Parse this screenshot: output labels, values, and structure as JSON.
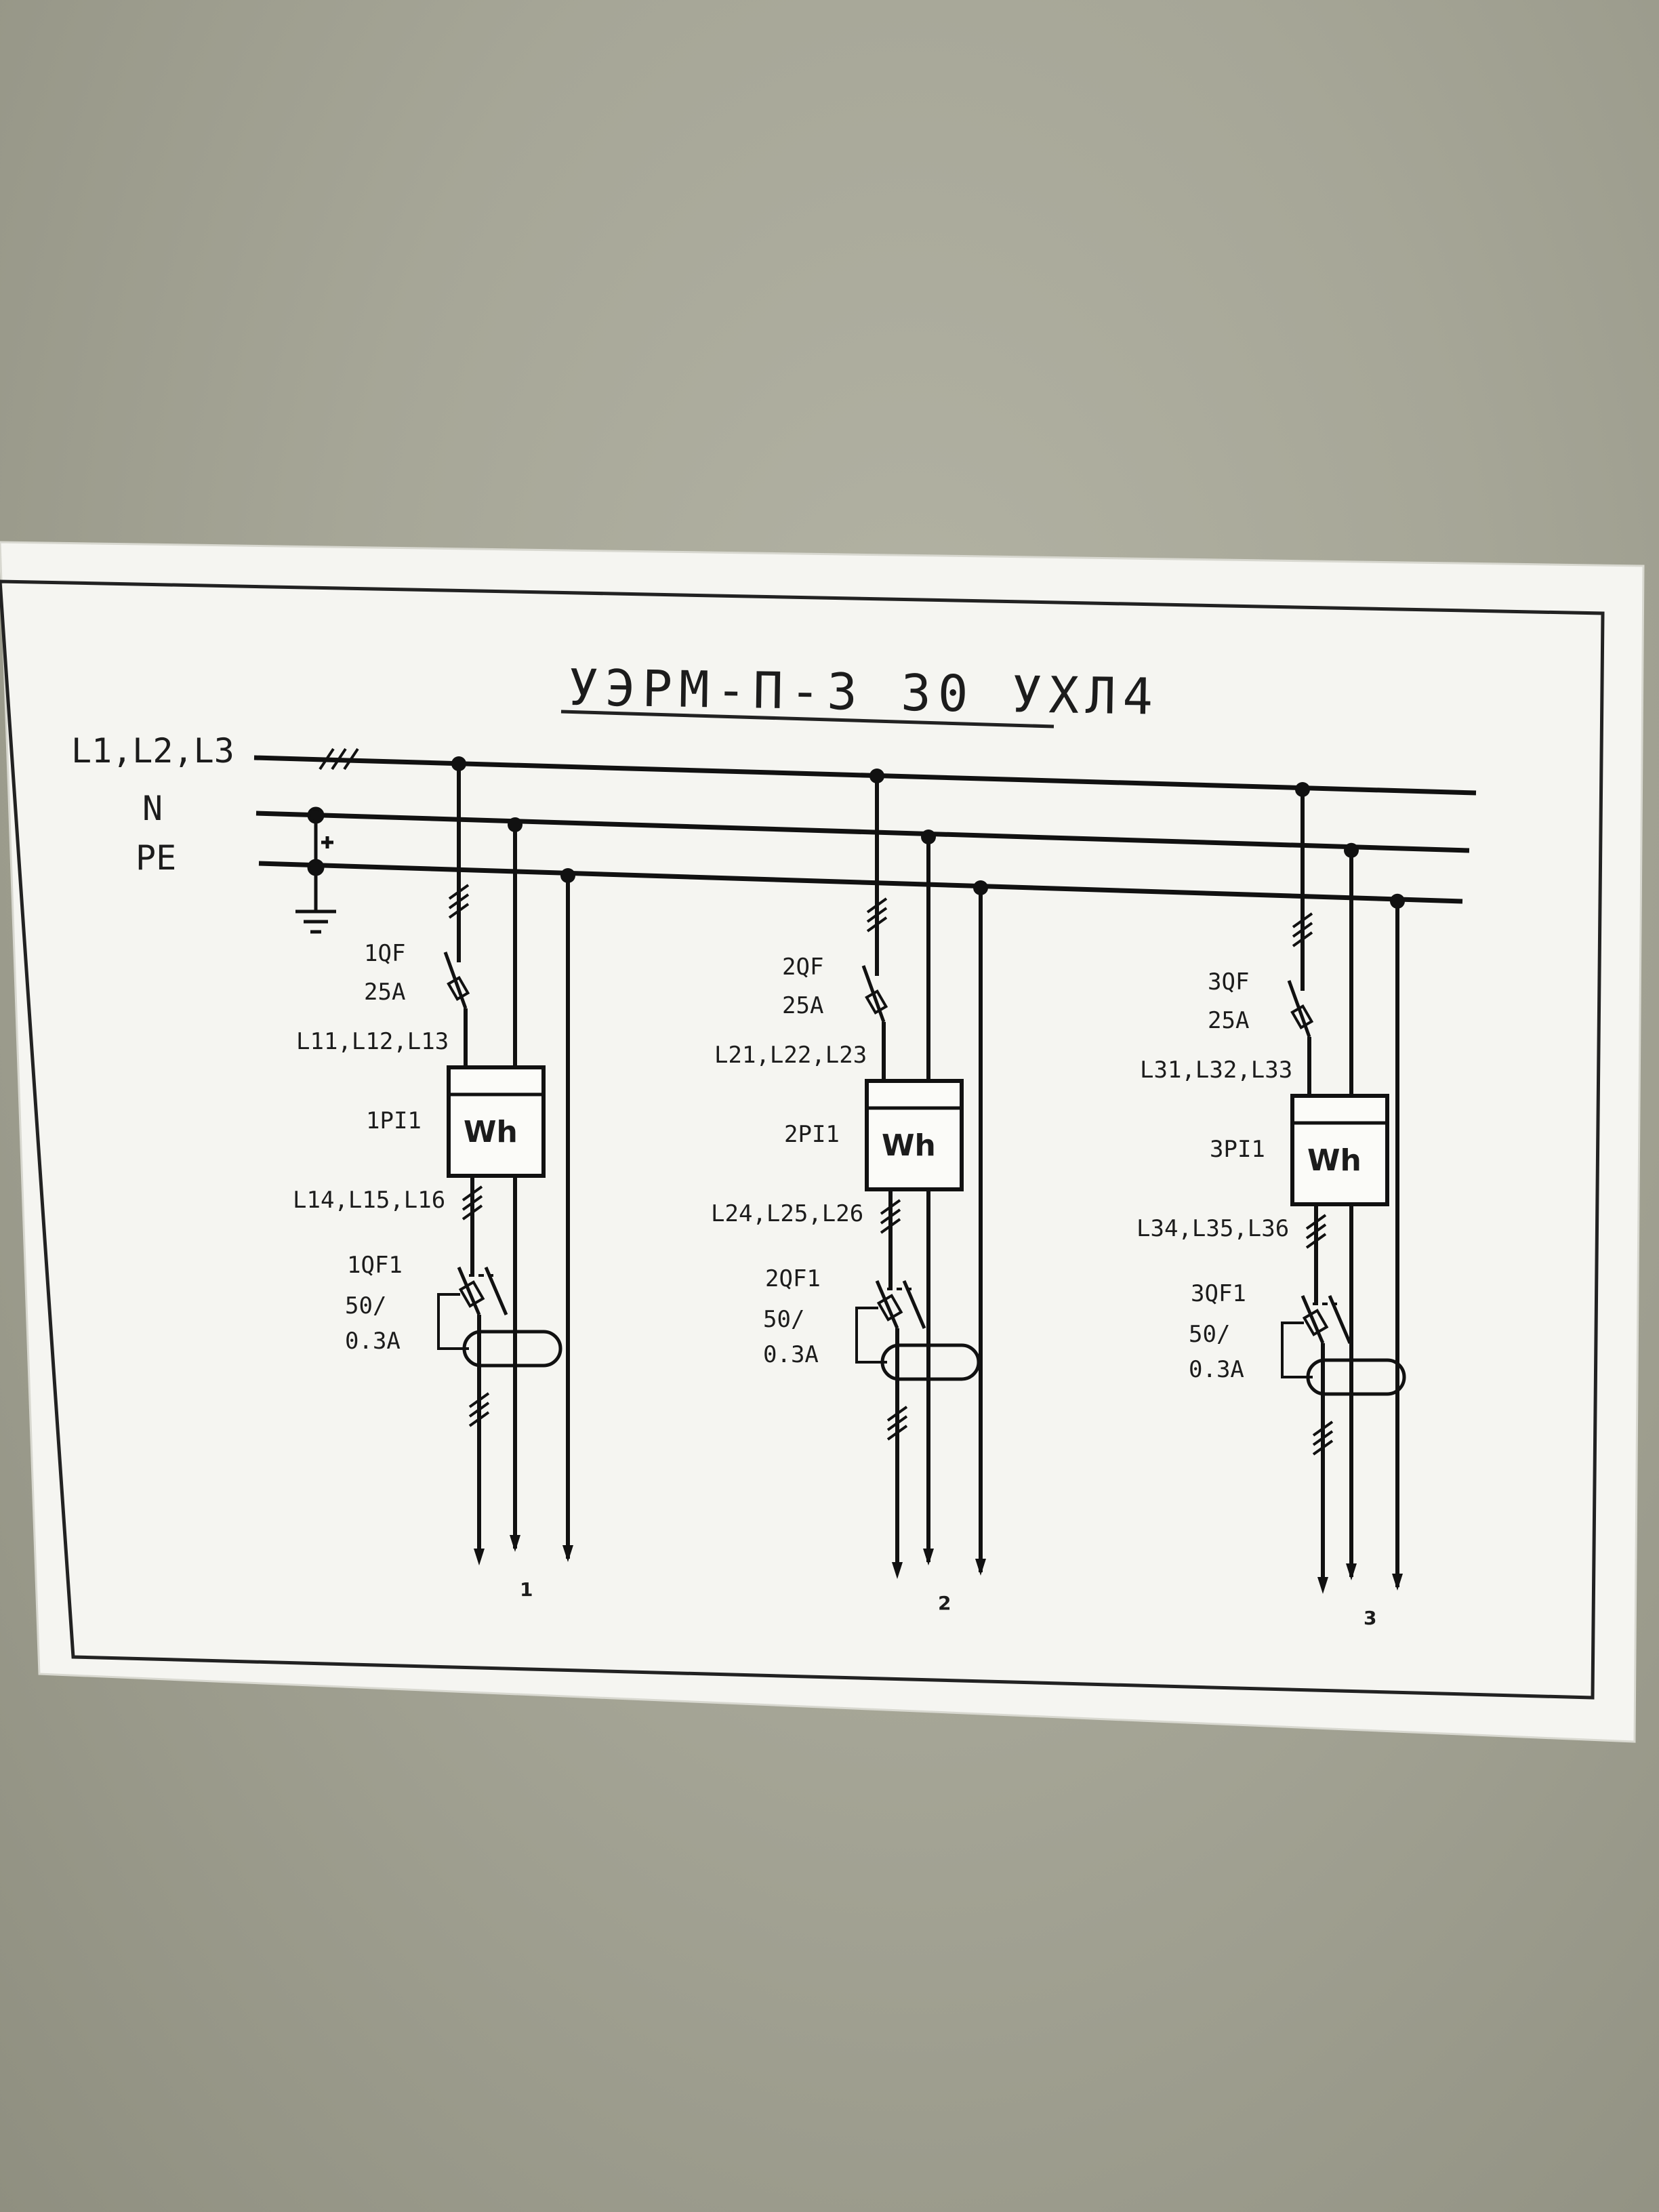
{
  "title": "УЭРМ-П-3 30 УХЛ4",
  "buses": {
    "phase": "L1,L2,L3",
    "neutral": "N",
    "pe": "PE"
  },
  "feeders": [
    {
      "breaker": "1QF",
      "breaker_rating": "25A",
      "lines_in": "L11,L12,L13",
      "meter": "1PI1",
      "meter_symbol": "Wh",
      "lines_out": "L14,L15,L16",
      "rcd": "1QF1",
      "rcd_rating_1": "50/",
      "rcd_rating_2": "0.3A",
      "number": "1"
    },
    {
      "breaker": "2QF",
      "breaker_rating": "25A",
      "lines_in": "L21,L22,L23",
      "meter": "2PI1",
      "meter_symbol": "Wh",
      "lines_out": "L24,L25,L26",
      "rcd": "2QF1",
      "rcd_rating_1": "50/",
      "rcd_rating_2": "0.3A",
      "number": "2"
    },
    {
      "breaker": "3QF",
      "breaker_rating": "25A",
      "lines_in": "L31,L32,L33",
      "meter": "3PI1",
      "meter_symbol": "Wh",
      "lines_out": "L34,L35,L36",
      "rcd": "3QF1",
      "rcd_rating_1": "50/",
      "rcd_rating_2": "0.3A",
      "number": "3"
    }
  ]
}
